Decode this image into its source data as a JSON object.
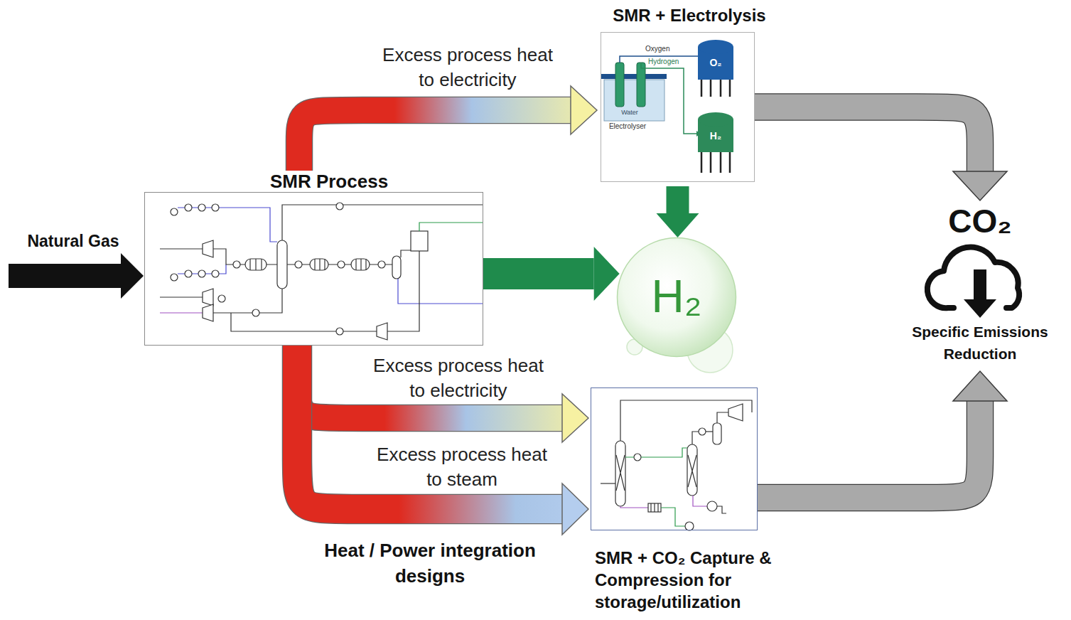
{
  "diagram": {
    "nodes": [
      {
        "text": [
          "SMR Process"
        ]
      },
      {
        "text": [
          "SMR + Electrolysis"
        ]
      },
      {
        "text": [
          "H₂"
        ]
      },
      {
        "text": [
          "SMR + CO₂ Capture & Compression for storage/utilization"
        ]
      },
      {
        "text": [
          "CO₂",
          "Specific Emissions Reduction"
        ]
      }
    ],
    "edges": [
      {
        "from": 0,
        "to": 1,
        "arrow": "to",
        "label": "Excess process heat to electricity"
      },
      {
        "from": 0,
        "to": 2,
        "arrow": "to"
      },
      {
        "from": 1,
        "to": 2,
        "arrow": "to"
      },
      {
        "from": 0,
        "to": 3,
        "arrow": "to",
        "label": "Excess process heat to electricity"
      },
      {
        "from": 0,
        "to": 3,
        "arrow": "to",
        "label": "Excess process heat to steam"
      },
      {
        "from": 1,
        "to": 4,
        "arrow": "to"
      },
      {
        "from": 3,
        "to": 4,
        "arrow": "to"
      }
    ],
    "labels": [
      "Natural Gas",
      "Oxygen",
      "Hydrogen",
      "O₂",
      "H₂",
      "Water",
      "Electrolyser",
      "Heat / Power integration designs"
    ]
  }
}
